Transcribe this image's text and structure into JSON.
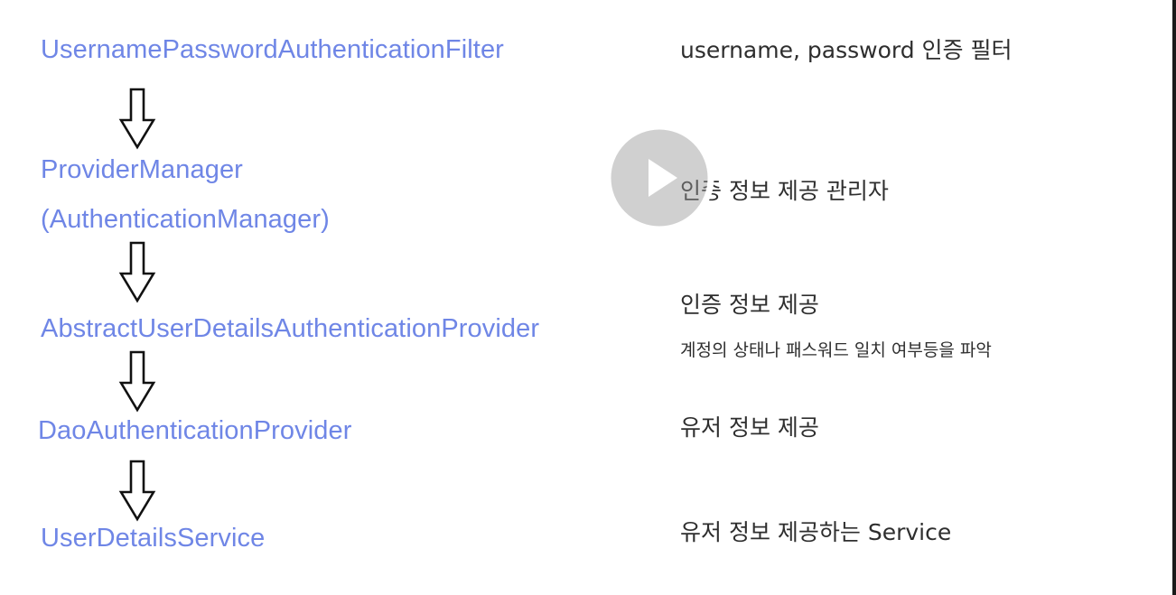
{
  "diagram": {
    "nodes": [
      {
        "id": "filter",
        "label": "UsernamePasswordAuthenticationFilter"
      },
      {
        "id": "provider-manager",
        "label": "ProviderManager",
        "sublabel": "(AuthenticationManager)"
      },
      {
        "id": "abstract-provider",
        "label": "AbstractUserDetailsAuthenticationProvider"
      },
      {
        "id": "dao-provider",
        "label": "DaoAuthenticationProvider"
      },
      {
        "id": "user-details-service",
        "label": "UserDetailsService"
      }
    ],
    "descriptions": [
      {
        "for": "filter",
        "text": "username, password 인증 필터"
      },
      {
        "for": "provider-manager",
        "text": "인증 정보 제공 관리자"
      },
      {
        "for": "abstract-provider",
        "text": "인증 정보 제공",
        "subtext": "계정의 상태나 패스워드 일치 여부등을 파악"
      },
      {
        "for": "dao-provider",
        "text": "유저 정보 제공"
      },
      {
        "for": "user-details-service",
        "text": "유저 정보 제공하는 Service"
      }
    ],
    "edges": [
      {
        "from": "filter",
        "to": "provider-manager"
      },
      {
        "from": "provider-manager",
        "to": "abstract-provider"
      },
      {
        "from": "abstract-provider",
        "to": "dao-provider"
      },
      {
        "from": "dao-provider",
        "to": "user-details-service"
      }
    ]
  },
  "overlay": {
    "icon": "play-icon",
    "colors": {
      "ring": "#ffffff",
      "fill": "rgba(150,150,150,0.45)"
    }
  },
  "colors": {
    "node_text": "#6f86e6",
    "desc_text": "#2e2e2e",
    "arrow_stroke": "#111111"
  }
}
